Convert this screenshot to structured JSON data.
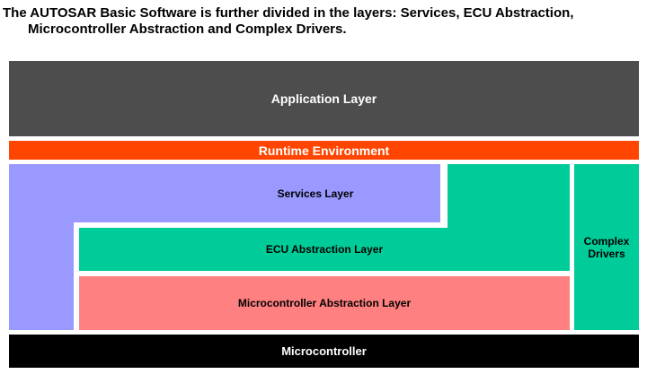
{
  "title": {
    "line1": "The AUTOSAR Basic Software is further divided in the layers: Services, ECU Abstraction,",
    "line2": "Microcontroller Abstraction and Complex Drivers."
  },
  "diagram": {
    "application": {
      "label": "Application Layer",
      "color": "#4D4D4D",
      "text_color": "#FFFFFF"
    },
    "runtime_environment": {
      "label": "Runtime Environment",
      "color": "#FF4500",
      "text_color": "#FFFFFF"
    },
    "services": {
      "label": "Services Layer",
      "color": "#9999FF",
      "text_color": "#000000"
    },
    "ecu_abstraction": {
      "label": "ECU Abstraction Layer",
      "color": "#00CC99",
      "text_color": "#000000"
    },
    "microcontroller_abstraction": {
      "label": "Microcontroller Abstraction Layer",
      "color": "#FF8080",
      "text_color": "#000000"
    },
    "complex_drivers": {
      "label": "Complex Drivers",
      "color": "#00CC99",
      "text_color": "#000000"
    },
    "microcontroller": {
      "label": "Microcontroller",
      "color": "#000000",
      "text_color": "#FFFFFF"
    }
  }
}
